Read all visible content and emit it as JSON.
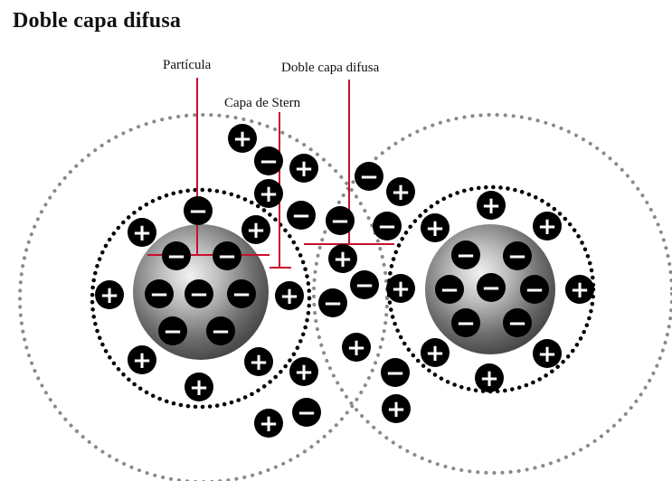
{
  "title": "Doble capa difusa",
  "labels": {
    "particle": "Partícula",
    "diffuse_layer": "Doble capa difusa",
    "stern_layer": "Capa de Stern"
  },
  "ion_glyphs": {
    "positive": "+",
    "negative": "−"
  },
  "colors": {
    "pointer_lines": "#c8102e",
    "ion_fill": "#000000",
    "ion_symbol": "#ffffff",
    "boundary_dots": "#000000",
    "outer_cloud_dots": "#8a8a8a",
    "particle_gradient": [
      "#f2f2f2",
      "#bcbcbc",
      "#6e6e6e",
      "#4a4a4a"
    ]
  }
}
